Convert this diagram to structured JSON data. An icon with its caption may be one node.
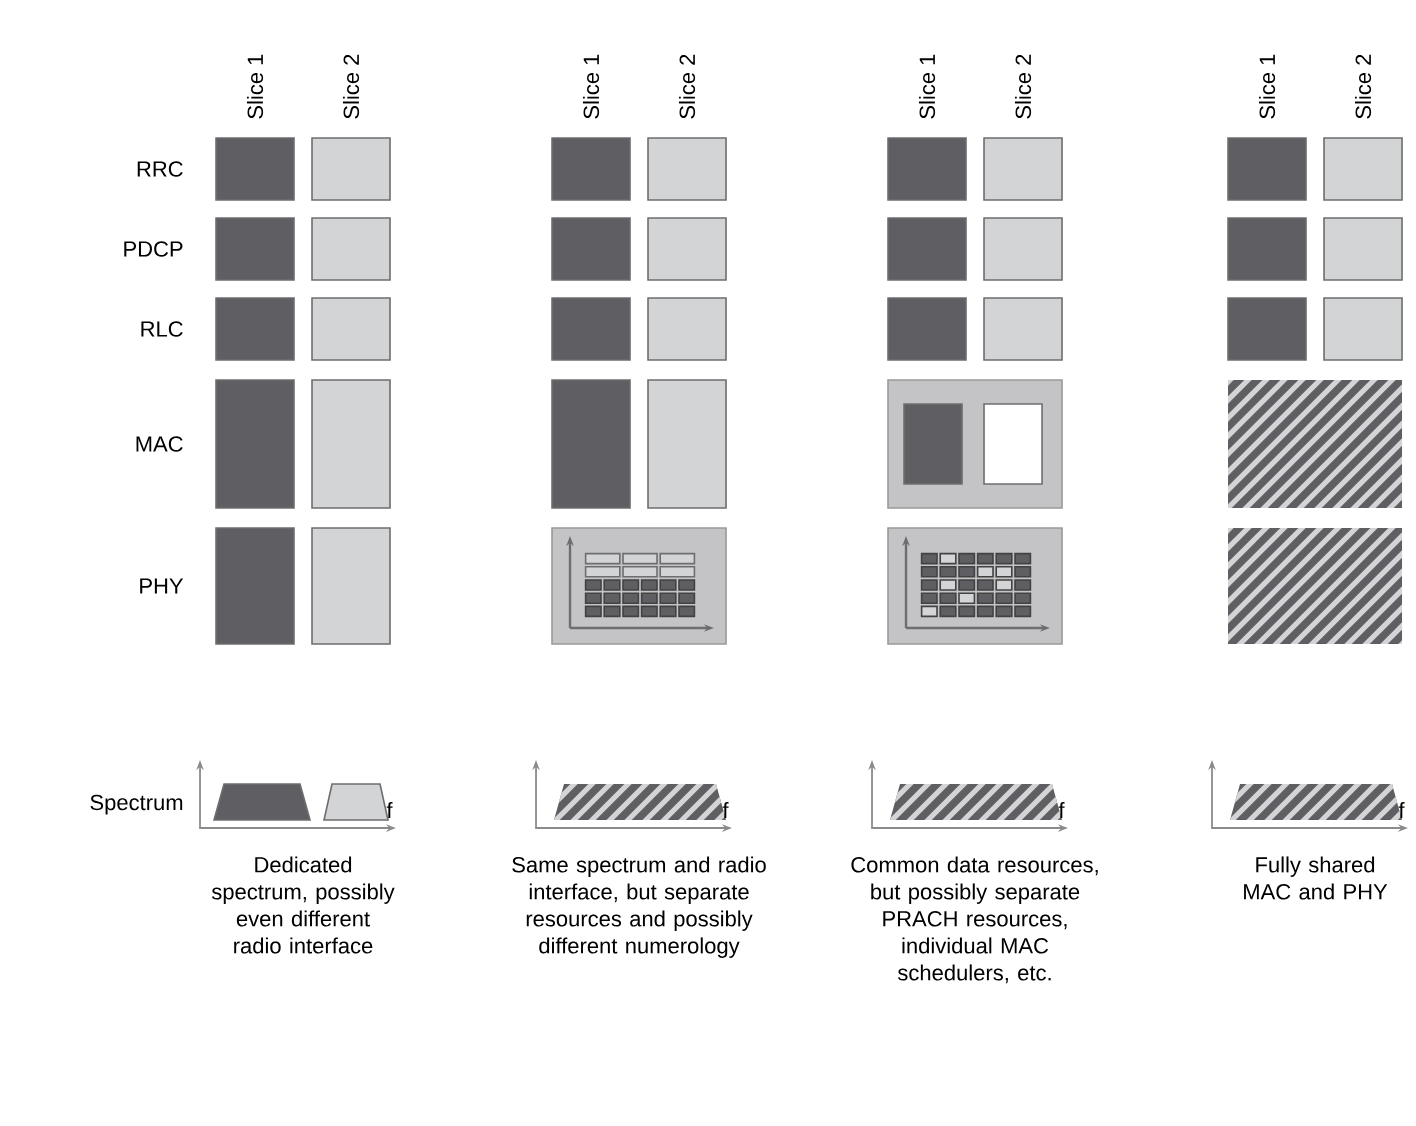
{
  "diagram": {
    "labels": [
      "Slice 1",
      "Slice 2",
      "Slice 1",
      "Slice 2",
      "Slice 1",
      "Slice 2",
      "Slice 1",
      "Slice 2",
      "RRC",
      "PDCP",
      "RLC",
      "MAC",
      "PHY",
      "Spectrum",
      "f",
      "f",
      "f",
      "f",
      "Dedicated spectrum, possibly even different radio interface",
      "Same spectrum and radio interface, but separate resources and possibly different numerology",
      "Common data resources, but possibly separate PRACH resources, individual MAC schedulers, etc.",
      "Fully shared MAC and PHY"
    ]
  }
}
